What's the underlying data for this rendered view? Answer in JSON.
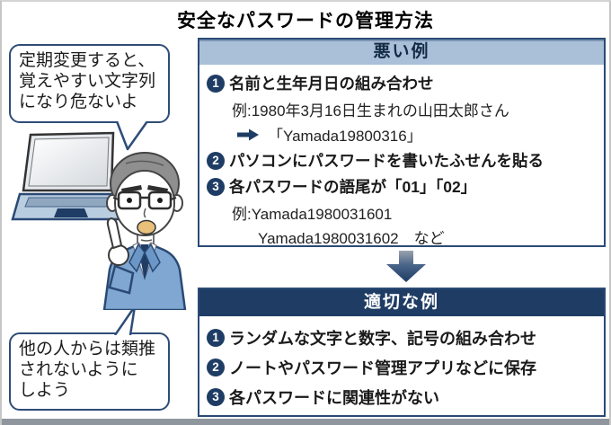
{
  "title": "安全なパスワードの管理方法",
  "bubbles": {
    "top": {
      "lines": [
        "定期変更すると、",
        "覚えやすい文字列",
        "になり危ないよ"
      ]
    },
    "bottom": {
      "lines": [
        "他の人からは類推",
        "されないように",
        "しよう"
      ]
    }
  },
  "bad": {
    "header": "悪い例",
    "items": [
      {
        "num": "1",
        "text": "名前と生年月日の組み合わせ",
        "example": "例:1980年3月16日生まれの山田太郎さん",
        "result": "「Yamada19800316」"
      },
      {
        "num": "2",
        "text": "パソコンにパスワードを書いたふせんを貼る"
      },
      {
        "num": "3",
        "text": "各パスワードの語尾が「01」「02」",
        "example1": "例:Yamada1980031601",
        "example2": "Yamada1980031602　など"
      }
    ]
  },
  "good": {
    "header": "適切な例",
    "items": [
      {
        "num": "1",
        "text": "ランダムな文字と数字、記号の組み合わせ"
      },
      {
        "num": "2",
        "text": "ノートやパスワード管理アプリなどに保存"
      },
      {
        "num": "3",
        "text": "各パスワードに関連性がない"
      }
    ]
  },
  "icons": {
    "result_arrow": "right-arrow",
    "flow_arrow": "down-block-arrow",
    "laptop": "laptop-illustration",
    "person": "pointing-man-illustration"
  },
  "colors": {
    "navy": "#1e3c64",
    "box_border": "#2a4a75",
    "bad_header_bg": "#a9c0d8",
    "bubble_border": "#2e4d78",
    "suit_blue": "#7fa7d1",
    "laptop_blue": "#b9cde0",
    "mouth_tan": "#e9c07a",
    "bottom_strip": "#8f969d"
  }
}
